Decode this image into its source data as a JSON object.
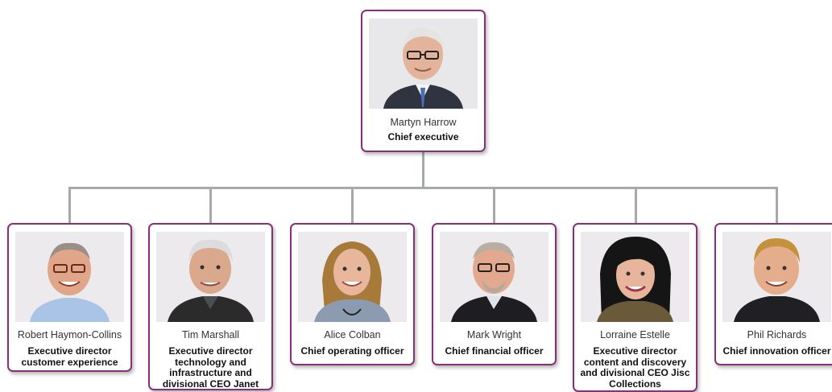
{
  "ceo": {
    "name": "Martyn Harrow",
    "role": "Chief executive"
  },
  "reports": [
    {
      "name": "Robert Haymon-Collins",
      "role": "Executive director customer experience"
    },
    {
      "name": "Tim Marshall",
      "role": "Executive director technology and infrastructure and divisional CEO Janet"
    },
    {
      "name": "Alice Colban",
      "role": "Chief operating officer"
    },
    {
      "name": "Mark Wright",
      "role": "Chief financial officer"
    },
    {
      "name": "Lorraine Estelle",
      "role": "Executive director content and discovery and divisional CEO Jisc Collections"
    },
    {
      "name": "Phil Richards",
      "role": "Chief innovation officer"
    }
  ],
  "colors": {
    "card_border": "#8a2f7a",
    "connector": "#a5a9ad"
  }
}
